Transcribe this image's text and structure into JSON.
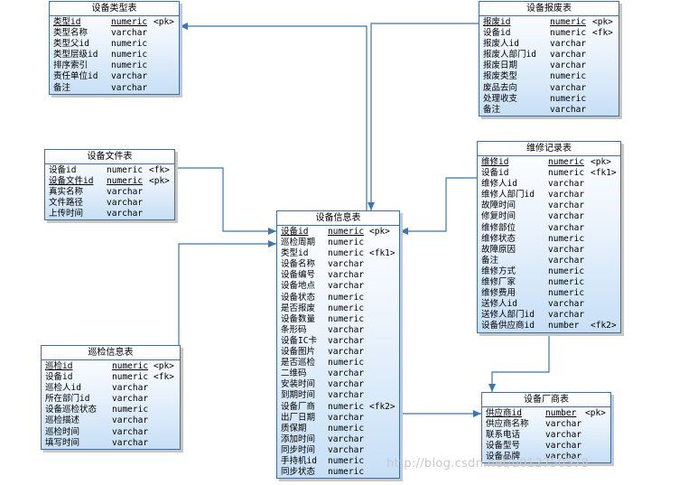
{
  "diagram": {
    "entities": [
      {
        "id": "device-type",
        "title": "设备类型表",
        "columns": [
          {
            "name": "类型id",
            "type": "numeric",
            "key": "<pk>",
            "underline": true
          },
          {
            "name": "类型名称",
            "type": "varchar",
            "key": ""
          },
          {
            "name": "类型父id",
            "type": "numeric",
            "key": ""
          },
          {
            "name": "类型层级id",
            "type": "numeric",
            "key": ""
          },
          {
            "name": "排序索引",
            "type": "numeric",
            "key": ""
          },
          {
            "name": "责任单位id",
            "type": "varchar",
            "key": ""
          },
          {
            "name": "备注",
            "type": "varchar",
            "key": ""
          }
        ]
      },
      {
        "id": "device-scrap",
        "title": "设备报废表",
        "columns": [
          {
            "name": "报废id",
            "type": "numeric",
            "key": "<pk>",
            "underline": true
          },
          {
            "name": "设备id",
            "type": "numeric",
            "key": "<fk>"
          },
          {
            "name": "报废人id",
            "type": "varchar",
            "key": ""
          },
          {
            "name": "报废人部门id",
            "type": "varchar",
            "key": ""
          },
          {
            "name": "报废日期",
            "type": "varchar",
            "key": ""
          },
          {
            "name": "报废类型",
            "type": "numeric",
            "key": ""
          },
          {
            "name": "废品去向",
            "type": "varchar",
            "key": ""
          },
          {
            "name": "处理收支",
            "type": "numeric",
            "key": ""
          },
          {
            "name": "备注",
            "type": "varchar",
            "key": ""
          }
        ]
      },
      {
        "id": "device-file",
        "title": "设备文件表",
        "columns": [
          {
            "name": "设备id",
            "type": "numeric",
            "key": "<fk>"
          },
          {
            "name": "设备文件id",
            "type": "numeric",
            "key": "<pk>",
            "underline": true
          },
          {
            "name": "真实名称",
            "type": "varchar",
            "key": ""
          },
          {
            "name": "文件路径",
            "type": "varchar",
            "key": ""
          },
          {
            "name": "上传时间",
            "type": "varchar",
            "key": ""
          }
        ]
      },
      {
        "id": "repair-record",
        "title": "维修记录表",
        "columns": [
          {
            "name": "维修id",
            "type": "numeric",
            "key": "<pk>",
            "underline": true
          },
          {
            "name": "设备id",
            "type": "numeric",
            "key": "<fk1>"
          },
          {
            "name": "维修人id",
            "type": "varchar",
            "key": ""
          },
          {
            "name": "维修人部门id",
            "type": "varchar",
            "key": ""
          },
          {
            "name": "故障时间",
            "type": "varchar",
            "key": ""
          },
          {
            "name": "修复时间",
            "type": "varchar",
            "key": ""
          },
          {
            "name": "维修部位",
            "type": "varchar",
            "key": ""
          },
          {
            "name": "维修状态",
            "type": "numeric",
            "key": ""
          },
          {
            "name": "故障原因",
            "type": "varchar",
            "key": ""
          },
          {
            "name": "备注",
            "type": "varchar",
            "key": ""
          },
          {
            "name": "维修方式",
            "type": "numeric",
            "key": ""
          },
          {
            "name": "维修厂家",
            "type": "numeric",
            "key": ""
          },
          {
            "name": "维修费用",
            "type": "numeric",
            "key": ""
          },
          {
            "name": "送修人id",
            "type": "varchar",
            "key": ""
          },
          {
            "name": "送修人部门id",
            "type": "varchar",
            "key": ""
          },
          {
            "name": "设备供应商id",
            "type": "number",
            "key": "<fk2>"
          }
        ]
      },
      {
        "id": "device-info",
        "title": "设备信息表",
        "columns": [
          {
            "name": "设备id",
            "type": "numeric",
            "key": "<pk>",
            "underline": true
          },
          {
            "name": "巡检周期",
            "type": "numeric",
            "key": ""
          },
          {
            "name": "类型id",
            "type": "numeric",
            "key": "<fk1>"
          },
          {
            "name": "设备名称",
            "type": "varchar",
            "key": ""
          },
          {
            "name": "设备编号",
            "type": "varchar",
            "key": ""
          },
          {
            "name": "设备地点",
            "type": "varchar",
            "key": ""
          },
          {
            "name": "设备状态",
            "type": "numeric",
            "key": ""
          },
          {
            "name": "是否报废",
            "type": "numeric",
            "key": ""
          },
          {
            "name": "设备数量",
            "type": "numeric",
            "key": ""
          },
          {
            "name": "条形码",
            "type": "varchar",
            "key": ""
          },
          {
            "name": "设备IC卡",
            "type": "varchar",
            "key": ""
          },
          {
            "name": "设备图片",
            "type": "varchar",
            "key": ""
          },
          {
            "name": "是否巡检",
            "type": "numeric",
            "key": ""
          },
          {
            "name": "二维码",
            "type": "varchar",
            "key": ""
          },
          {
            "name": "安装时间",
            "type": "varchar",
            "key": ""
          },
          {
            "name": "到期时间",
            "type": "varchar",
            "key": ""
          },
          {
            "name": "设备厂商",
            "type": "numeric",
            "key": "<fk2>"
          },
          {
            "name": "出厂日期",
            "type": "varchar",
            "key": ""
          },
          {
            "name": "质保期",
            "type": "numeric",
            "key": ""
          },
          {
            "name": "添加时间",
            "type": "varchar",
            "key": ""
          },
          {
            "name": "同步时间",
            "type": "varchar",
            "key": ""
          },
          {
            "name": "手持机id",
            "type": "numeric",
            "key": ""
          },
          {
            "name": "同步状态",
            "type": "numeric",
            "key": ""
          }
        ]
      },
      {
        "id": "patrol-info",
        "title": "巡检信息表",
        "columns": [
          {
            "name": "巡检id",
            "type": "numeric",
            "key": "<pk>",
            "underline": true
          },
          {
            "name": "设备id",
            "type": "numeric",
            "key": "<fk>"
          },
          {
            "name": "巡检人id",
            "type": "varchar",
            "key": ""
          },
          {
            "name": "所在部门id",
            "type": "varchar",
            "key": ""
          },
          {
            "name": "设备巡检状态",
            "type": "numeric",
            "key": ""
          },
          {
            "name": "巡检描述",
            "type": "varchar",
            "key": ""
          },
          {
            "name": "巡检时间",
            "type": "varchar",
            "key": ""
          },
          {
            "name": "填写时间",
            "type": "varchar",
            "key": ""
          }
        ]
      },
      {
        "id": "device-vendor",
        "title": "设备厂商表",
        "columns": [
          {
            "name": "供应商id",
            "type": "number",
            "key": "<pk>",
            "underline": true
          },
          {
            "name": "供应商名称",
            "type": "varchar",
            "key": ""
          },
          {
            "name": "联系电话",
            "type": "varchar",
            "key": ""
          },
          {
            "name": "设备型号",
            "type": "varchar",
            "key": ""
          },
          {
            "name": "设备品牌",
            "type": "varchar",
            "key": ""
          }
        ]
      }
    ],
    "relationships": [
      {
        "from": "device-info",
        "to": "device-type"
      },
      {
        "from": "device-scrap",
        "to": "device-info"
      },
      {
        "from": "device-file",
        "to": "device-info"
      },
      {
        "from": "repair-record",
        "to": "device-info"
      },
      {
        "from": "patrol-info",
        "to": "device-info"
      },
      {
        "from": "device-info",
        "to": "device-vendor"
      },
      {
        "from": "repair-record",
        "to": "device-vendor"
      }
    ],
    "watermark": "http://blog.csdn.net/u012750578",
    "colors": {
      "line": "#3a76b4",
      "border": "#3c6fa8",
      "fill_bottom": "#c7dff6"
    }
  }
}
